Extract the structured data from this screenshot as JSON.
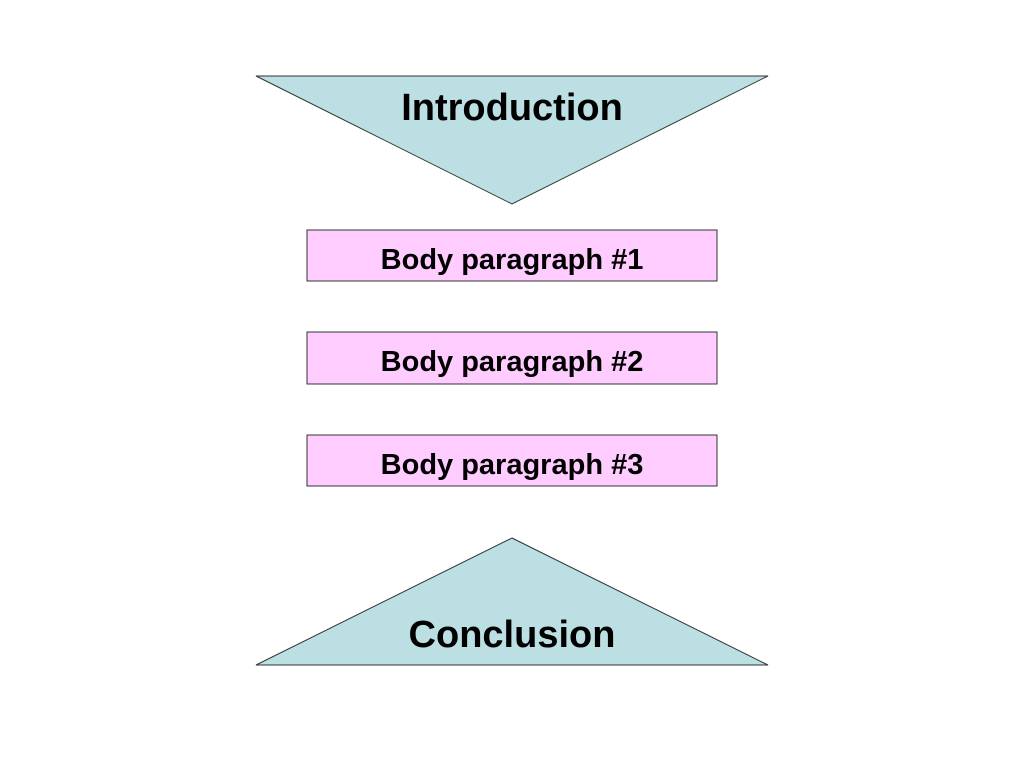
{
  "diagram": {
    "introduction": {
      "label": "Introduction",
      "shape": "inverted-triangle",
      "fill": "#bbdfe2"
    },
    "body_paragraphs": [
      {
        "label": "Body paragraph #1",
        "fill": "#ffccff"
      },
      {
        "label": "Body paragraph #2",
        "fill": "#ffccff"
      },
      {
        "label": "Body paragraph #3",
        "fill": "#ffccff"
      }
    ],
    "conclusion": {
      "label": "Conclusion",
      "shape": "triangle",
      "fill": "#bbdfe2"
    },
    "outline_color": "#333333"
  }
}
